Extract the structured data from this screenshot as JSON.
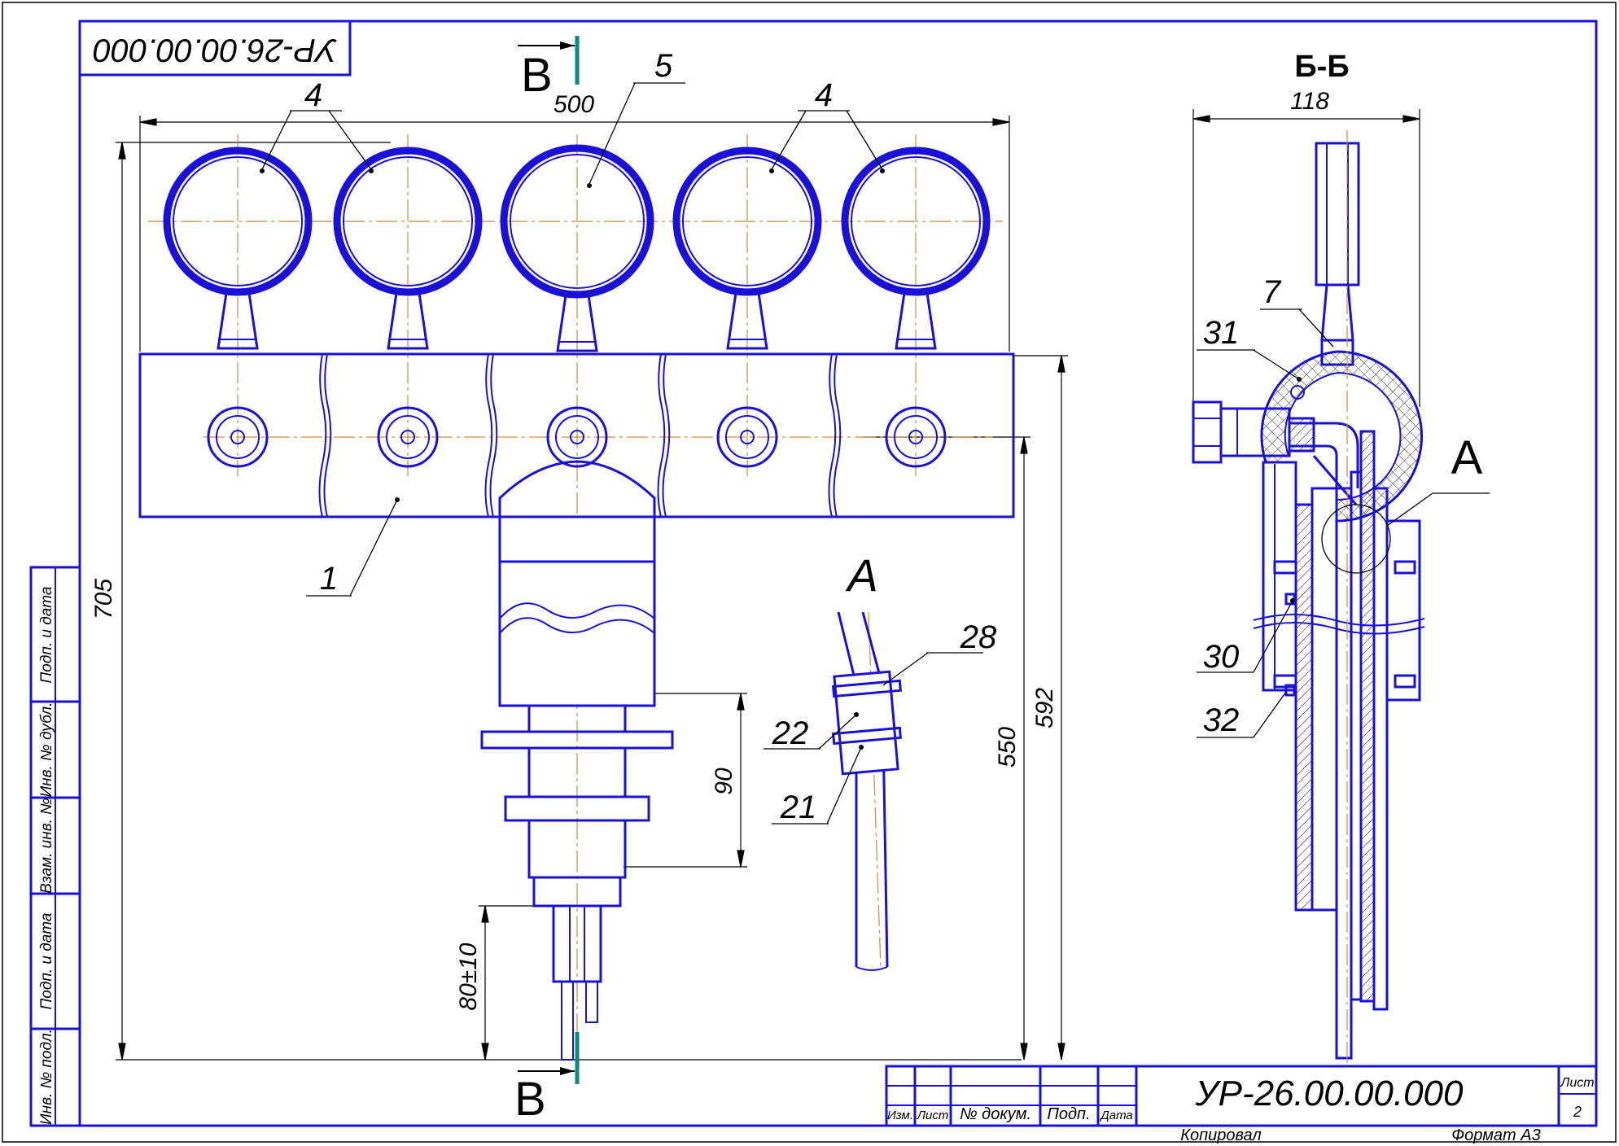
{
  "drawing": {
    "code_rotated": "УР-26.00.00.000",
    "code_main": "УР-26.00.00.000",
    "section_view_title": "Б-Б",
    "section_mark": "В",
    "detail_label": "А",
    "colors": {
      "outline": "#1a10d8",
      "centerline": "#d48a3a",
      "frame": "#1a10d8",
      "section_mark": "#0a8a7a",
      "hatch": "#000000"
    }
  },
  "dimensions": {
    "overall_width": "500",
    "overall_height": "705",
    "height_592": "592",
    "height_550": "550",
    "len_90": "90",
    "len_80": "80±10",
    "section_width": "118"
  },
  "callouts": {
    "gauge_group_left": "4",
    "gauge_center": "5",
    "gauge_group_right": "4",
    "body": "1",
    "ring_upper": "28",
    "sleeve": "22",
    "ring_lower": "21",
    "part_7": "7",
    "part_31": "31",
    "part_30": "30",
    "part_32": "32"
  },
  "side_stamp": {
    "cells": [
      "Инв. № подл.",
      "Подп. и дата",
      "Взам. инв. №",
      "Инв. № дубл.",
      "Подп. и дата"
    ]
  },
  "title_block": {
    "headers": [
      "Изм.",
      "Лист",
      "№ докум.",
      "Подп.",
      "Дата"
    ],
    "sheet_label": "Лист",
    "sheet_number": "2",
    "copied_label": "Копировал",
    "format_label": "Формат  А3"
  }
}
